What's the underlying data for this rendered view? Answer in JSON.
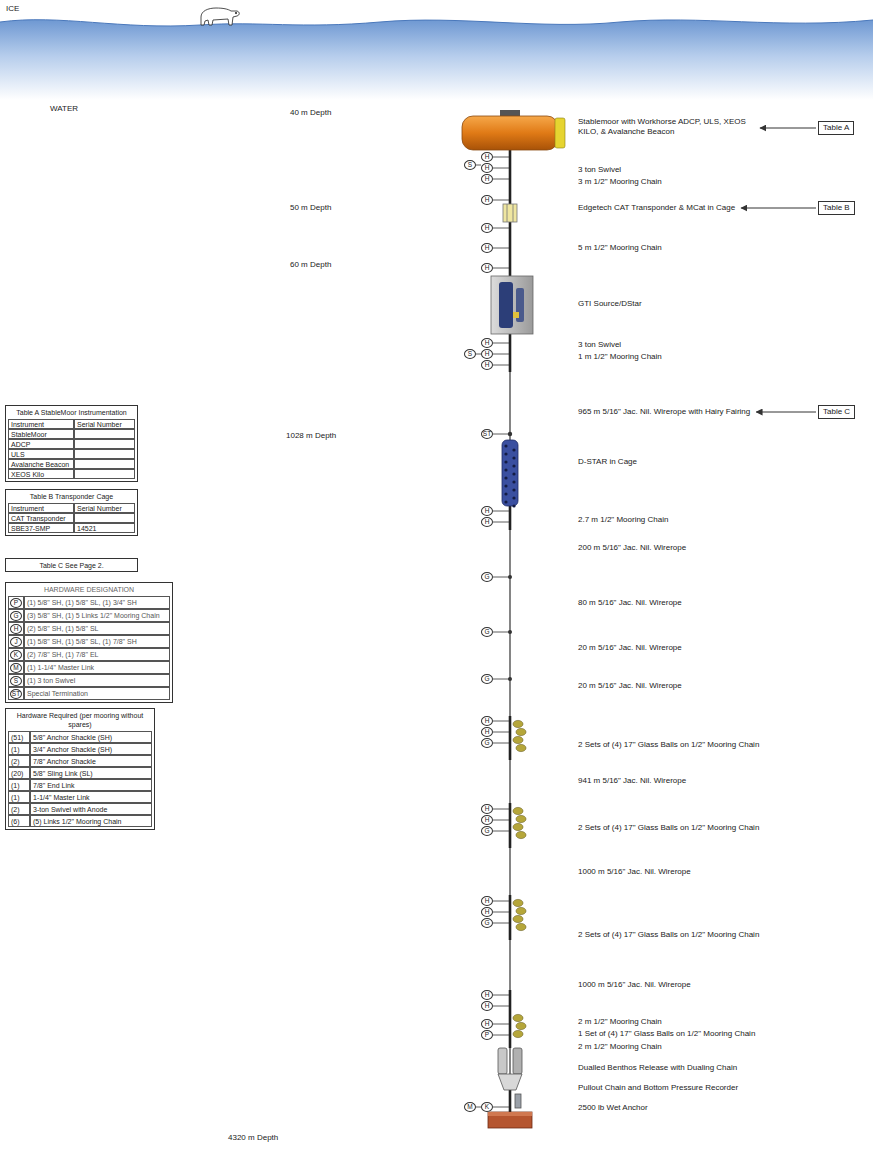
{
  "diagram": {
    "nodes": [
      {
        "text": [
          "Table A"
        ]
      },
      {
        "text": [
          "Table B"
        ]
      },
      {
        "text": [
          "Table C"
        ]
      },
      {
        "text": [
          "S"
        ]
      },
      {
        "text": [
          "H"
        ]
      },
      {
        "text": [
          "H"
        ]
      },
      {
        "text": [
          "H"
        ]
      },
      {
        "text": [
          "H"
        ]
      },
      {
        "text": [
          "H"
        ]
      },
      {
        "text": [
          "H"
        ]
      },
      {
        "text": [
          "H"
        ]
      },
      {
        "text": [
          "S"
        ]
      },
      {
        "text": [
          "H"
        ]
      },
      {
        "text": [
          "H"
        ]
      },
      {
        "text": [
          "H"
        ]
      },
      {
        "text": [
          "ST"
        ]
      },
      {
        "text": [
          "H"
        ]
      },
      {
        "text": [
          "H"
        ]
      },
      {
        "text": [
          "G"
        ]
      },
      {
        "text": [
          "G"
        ]
      },
      {
        "text": [
          "G"
        ]
      },
      {
        "text": [
          "H"
        ]
      },
      {
        "text": [
          "H"
        ]
      },
      {
        "text": [
          "G"
        ]
      },
      {
        "text": [
          "H"
        ]
      },
      {
        "text": [
          "H"
        ]
      },
      {
        "text": [
          "G"
        ]
      },
      {
        "text": [
          "H"
        ]
      },
      {
        "text": [
          "H"
        ]
      },
      {
        "text": [
          "G"
        ]
      },
      {
        "text": [
          "H"
        ]
      },
      {
        "text": [
          "H"
        ]
      },
      {
        "text": [
          "H"
        ]
      },
      {
        "text": [
          "P"
        ]
      },
      {
        "text": [
          "M"
        ]
      },
      {
        "text": [
          "K"
        ]
      },
      {
        "text": [
          "Table A StableMoor Instrumentation"
        ]
      },
      {
        "text": [
          "Table B Transponder Cage"
        ]
      },
      {
        "text": [
          "Table C See Page 2."
        ]
      },
      {
        "text": [
          "HARDWARE DESIGNATION"
        ]
      },
      {
        "text": [
          "P"
        ],
        "in": 39
      },
      {
        "text": [
          "G"
        ],
        "in": 39
      },
      {
        "text": [
          "H"
        ],
        "in": 39
      },
      {
        "text": [
          "J"
        ],
        "in": 39
      },
      {
        "text": [
          "K"
        ],
        "in": 39
      },
      {
        "text": [
          "M"
        ],
        "in": 39
      },
      {
        "text": [
          "S"
        ],
        "in": 39
      },
      {
        "text": [
          "ST"
        ],
        "in": 39
      },
      {
        "text": [
          "Hardware Required (per mooring without spares)"
        ]
      }
    ],
    "labels": [
      "ICE",
      "WATER",
      "40 m Depth",
      "50 m Depth",
      "60 m Depth",
      "1028 m Depth",
      "4320 m Depth",
      "Stablemoor with Workhorse ADCP, ULS, XEOS KILO, & Avalanche Beacon",
      "3 ton Swivel",
      "3 m 1/2\" Mooring Chain",
      "Edgetech CAT Transponder & MCat in Cage",
      "5 m 1/2\" Mooring Chain",
      "GTI Source/DStar",
      "3 ton Swivel",
      "1 m 1/2\" Mooring Chain",
      "965 m 5/16\" Jac. Nil. Wirerope with Hairy Fairing",
      "D-STAR in Cage",
      "2.7 m 1/2\" Mooring Chain",
      "200 m 5/16\" Jac. Nil. Wirerope",
      "80 m 5/16\" Jac. Nil. Wirerope",
      "20 m 5/16\" Jac. Nil. Wirerope",
      "20 m 5/16\" Jac. Nil. Wirerope",
      "2 Sets of (4) 17\" Glass Balls on 1/2\" Mooring Chain",
      "941 m 5/16\" Jac. Nil. Wirerope",
      "2 Sets of (4) 17\" Glass Balls on 1/2\" Mooring Chain",
      "1000 m 5/16\" Jac. Nil. Wirerope",
      "2 Sets of (4) 17\" Glass Balls on 1/2\" Mooring Chain",
      "1000 m 5/16\" Jac. Nil. Wirerope",
      "2 m 1/2\" Mooring Chain",
      "1 Set of (4) 17\" Glass Balls on 1/2\" Mooring Chain",
      "2 m 1/2\" Mooring Chain",
      "Dualled Benthos Release with Dualing Chain",
      "Pullout Chain and Bottom Pressure Recorder",
      "2500 lb Wet Anchor",
      "Instrument",
      "Serial Number",
      "StableMoor",
      "ADCP",
      "ULS",
      "Avalanche Beacon",
      "XEOS Kilo",
      "Instrument",
      "Serial Number",
      "CAT Transponder",
      "SBE37-SMP",
      "14521",
      "(1) 5/8\" SH, (1) 5/8\" SL, (1) 3/4\" SH",
      "(3) 5/8\" SH, (1) 5 Links 1/2\" Mooring Chain",
      "(2) 5/8\" SH, (1) 5/8\" SL",
      "(1) 5/8\" SH, (1) 5/8\" SL, (1) 7/8\" SH",
      "(2) 7/8\" SH, (1) 7/8\" EL",
      "(1) 1-1/4\" Master Link",
      "(1) 3 ton Swivel",
      "Special Termination",
      "(51)",
      "5/8\" Anchor Shackle (SH)",
      "(1)",
      "3/4\" Anchor Shackle (SH)",
      "(2)",
      "7/8\" Anchor Shackle",
      "(20)",
      "5/8\" Sling Link (SL)",
      "(1)",
      "7/8\" End Link",
      "(1)",
      "1-1/4\" Master Link",
      "(2)",
      "3-ton Swivel with Anode",
      "(6)",
      "(5) Links 1/2\" Mooring Chain"
    ]
  }
}
